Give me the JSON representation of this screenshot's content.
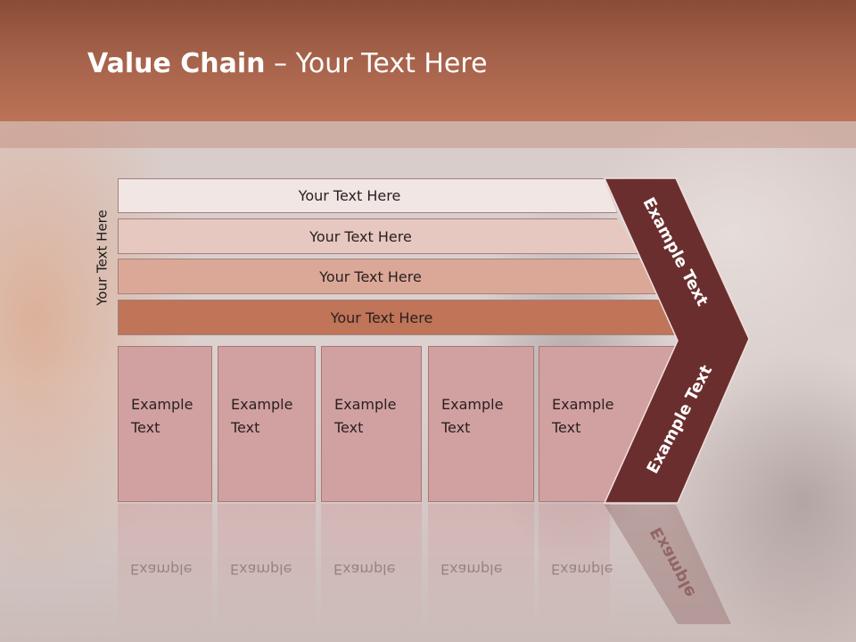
{
  "title": {
    "bold": "Value Chain",
    "rest": " – Your Text Here"
  },
  "side_label": "Your Text Here",
  "rows": [
    {
      "label": "Your Text Here"
    },
    {
      "label": "Your Text Here"
    },
    {
      "label": "Your Text Here"
    },
    {
      "label": "Your Text Here"
    }
  ],
  "boxes": [
    {
      "line1": "Example",
      "line2": "Text"
    },
    {
      "line1": "Example",
      "line2": "Text"
    },
    {
      "line1": "Example",
      "line2": "Text"
    },
    {
      "line1": "Example",
      "line2": "Text"
    },
    {
      "line1": "Example",
      "line2": "Text"
    }
  ],
  "chevron": {
    "upper": "Example Text",
    "lower": "Example Text",
    "lower_reflection": "Example"
  },
  "colors": {
    "header": "#a4614a",
    "chevron": "#6b2e2e",
    "box": "#d1a0a0",
    "row_dark": "#c07458"
  }
}
